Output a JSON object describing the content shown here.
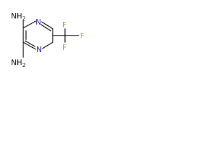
{
  "molecule": {
    "atoms": {
      "amine_top": "NH",
      "amine_top_sub": "2",
      "amine_bottom": "NH",
      "amine_bottom_sub": "2",
      "ring_n_top": "N",
      "ring_n_bottom": "N",
      "f_top": "F",
      "f_right": "F",
      "f_bottom": "F"
    },
    "colors": {
      "bond": "#000000",
      "nitrogen": "#1f1f9e",
      "fluorine": "#7a9e2a",
      "background": "#ffffff"
    }
  }
}
